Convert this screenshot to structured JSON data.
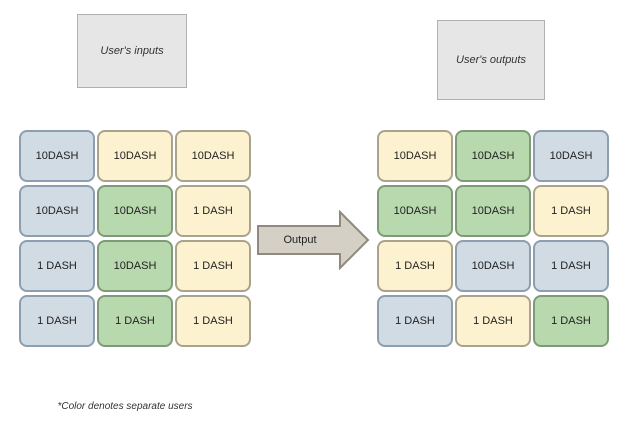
{
  "colors": {
    "blue": "#d1dbe4",
    "yellow": "#fdf2cf",
    "green": "#b8d9ad",
    "header_fill": "#e6e6e6",
    "arrow_fill": "#d4d0c6"
  },
  "inputs_header": "User's inputs",
  "outputs_header": "User's outputs",
  "arrow_label": "Output",
  "footnote": "*Color denotes separate users",
  "input_grid": [
    [
      {
        "text": "10DASH",
        "color": "blue"
      },
      {
        "text": "10DASH",
        "color": "yellow"
      },
      {
        "text": "10DASH",
        "color": "yellow"
      }
    ],
    [
      {
        "text": "10DASH",
        "color": "blue"
      },
      {
        "text": "10DASH",
        "color": "green"
      },
      {
        "text": "1 DASH",
        "color": "yellow"
      }
    ],
    [
      {
        "text": "1 DASH",
        "color": "blue"
      },
      {
        "text": "10DASH",
        "color": "green"
      },
      {
        "text": "1 DASH",
        "color": "yellow"
      }
    ],
    [
      {
        "text": "1 DASH",
        "color": "blue"
      },
      {
        "text": "1 DASH",
        "color": "green"
      },
      {
        "text": "1 DASH",
        "color": "yellow"
      }
    ]
  ],
  "output_grid": [
    [
      {
        "text": "10DASH",
        "color": "yellow"
      },
      {
        "text": "10DASH",
        "color": "green"
      },
      {
        "text": "10DASH",
        "color": "blue"
      }
    ],
    [
      {
        "text": "10DASH",
        "color": "green"
      },
      {
        "text": "10DASH",
        "color": "green"
      },
      {
        "text": "1 DASH",
        "color": "yellow"
      }
    ],
    [
      {
        "text": "1 DASH",
        "color": "yellow"
      },
      {
        "text": "10DASH",
        "color": "blue"
      },
      {
        "text": "1 DASH",
        "color": "blue"
      }
    ],
    [
      {
        "text": "1 DASH",
        "color": "blue"
      },
      {
        "text": "1 DASH",
        "color": "yellow"
      },
      {
        "text": "1 DASH",
        "color": "green"
      }
    ]
  ]
}
